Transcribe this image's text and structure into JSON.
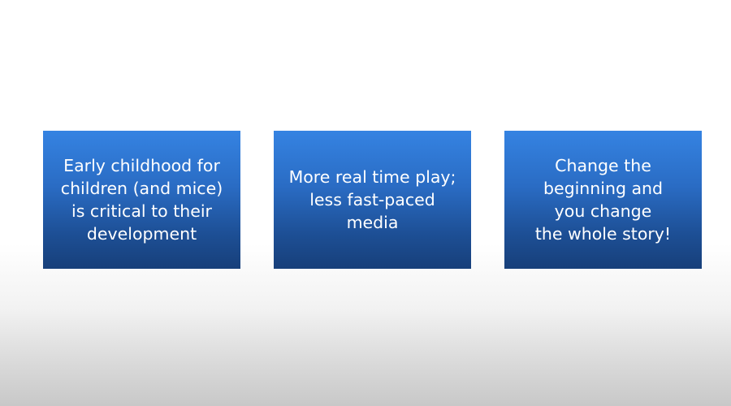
{
  "slide": {
    "boxes": [
      {
        "text": "Early childhood for\nchildren (and mice)\nis critical to their\ndevelopment"
      },
      {
        "text": "More real time play;\nless fast-paced media"
      },
      {
        "text": "Change the\nbeginning and\nyou change\nthe whole story!"
      }
    ],
    "colors": {
      "box_top": "#3583e2",
      "box_bottom": "#173f7a",
      "text": "#ffffff",
      "background": "#ffffff"
    }
  }
}
